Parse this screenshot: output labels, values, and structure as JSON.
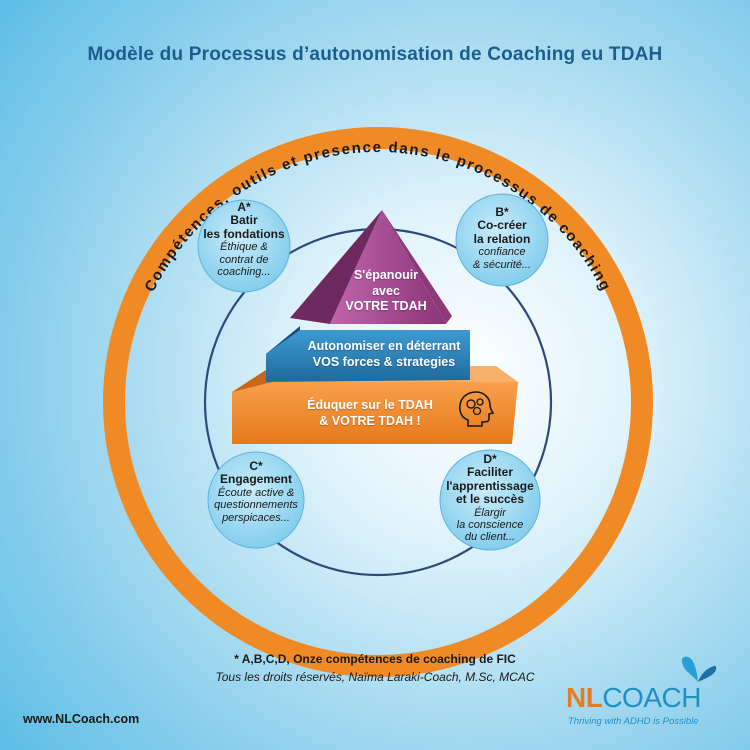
{
  "title": "Modèle du Processus d’autonomisation de Coaching eu TDAH",
  "ring_text": "Compétences, outils et presence dans le processus de coaching",
  "bubbles": {
    "a": {
      "letter": "A*",
      "title_lines": [
        "Batir",
        "les fondations"
      ],
      "desc_lines": [
        "Éthique &",
        "contrat de",
        "coaching..."
      ]
    },
    "b": {
      "letter": "B*",
      "title_lines": [
        "Co-créer",
        "la relation"
      ],
      "desc_lines": [
        "confiance",
        "& sécurité..."
      ]
    },
    "c": {
      "letter": "C*",
      "title_lines": [
        "Engagement"
      ],
      "desc_lines": [
        "Écoute active &",
        "questionnements",
        "perspicaces..."
      ]
    },
    "d": {
      "letter": "D*",
      "title_lines": [
        "Faciliter",
        "l'apprentissage",
        "et le succès"
      ],
      "desc_lines": [
        "Élargir",
        "la conscience",
        "du client..."
      ]
    }
  },
  "pyramid": {
    "top": [
      "S'épanouir",
      "avec",
      "VOTRE TDAH"
    ],
    "middle": [
      "Autonomiser en déterrant",
      "VOS forces & strategies"
    ],
    "bottom": [
      "Éduquer sur le TDAH",
      "& VOTRE TDAH !"
    ]
  },
  "footnote": {
    "line1": "* A,B,C,D, Onze compétences de coaching de FIC",
    "line2": "Tous les droits réservés, Naïma Laraki-Coach, M.Sc, MCAC"
  },
  "website": "www.NLCoach.com",
  "logo": {
    "nl": "NL",
    "coach": "COACH",
    "tagline": "Thriving with ADHD is Possible"
  },
  "colors": {
    "ring": "#f08a24",
    "title": "#1c5e8e",
    "bubble": "#9ad6f0",
    "tier_top": "#a3498f",
    "tier_middle": "#2c7fb5",
    "tier_bottom": "#f28c28"
  }
}
